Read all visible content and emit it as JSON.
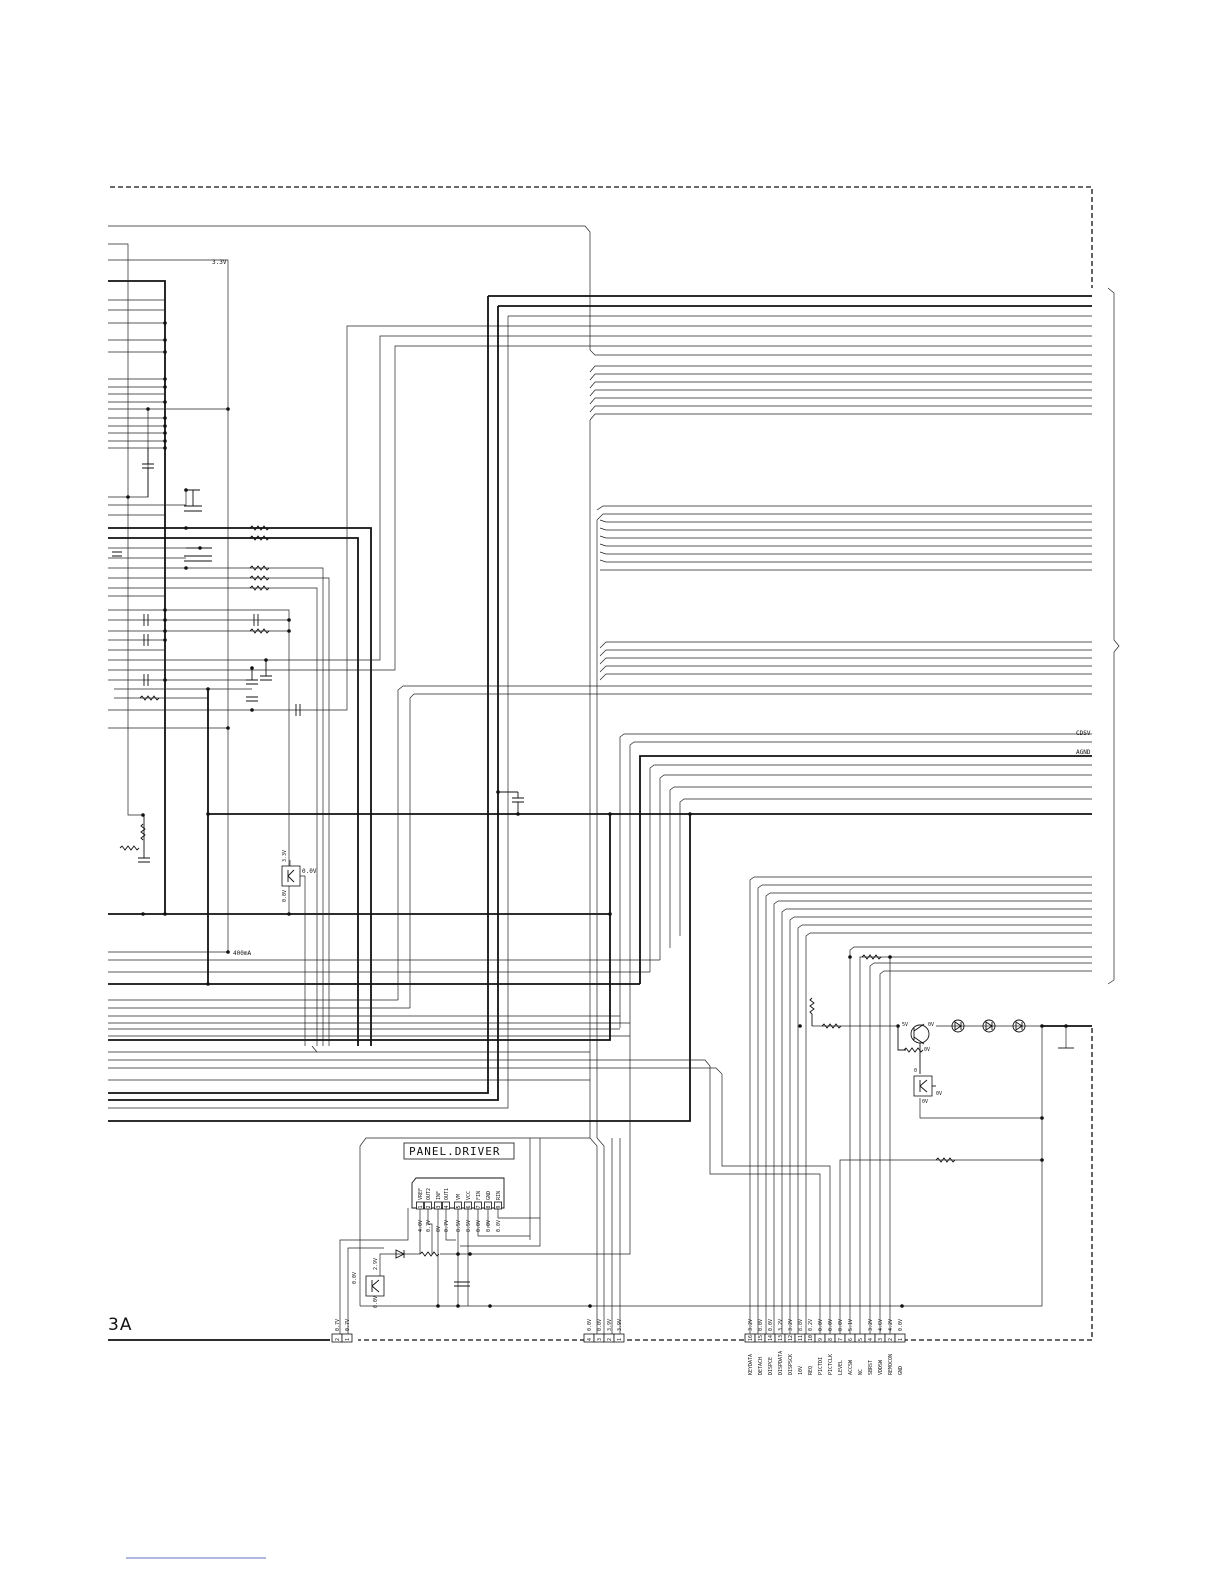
{
  "board_label": "3A",
  "panel_driver": {
    "title": "PANEL.DRIVER",
    "pins": [
      {
        "num": "1",
        "name": "VREF",
        "voltage": "4.0V"
      },
      {
        "num": "2",
        "name": "OUT2",
        "voltage": "0.7V"
      },
      {
        "num": "3",
        "name": "INF",
        "voltage": "0V"
      },
      {
        "num": "4",
        "name": "OUT1",
        "voltage": "0.7V"
      },
      {
        "num": "5",
        "name": "VM",
        "voltage": "8.5V"
      },
      {
        "num": "6",
        "name": "VCC",
        "voltage": "8.5V"
      },
      {
        "num": "7",
        "name": "FIN",
        "voltage": "0.0V"
      },
      {
        "num": "8",
        "name": "GND",
        "voltage": "0.0V"
      },
      {
        "num": "9",
        "name": "RIN",
        "voltage": "0.0V"
      }
    ]
  },
  "net_labels": {
    "v33_top": "3.3V",
    "cdsv": "CDSV",
    "agnd": "AGND",
    "current_400ma": "400mA",
    "reg_in": "3.3V",
    "reg_out": "0.0V",
    "reg_gnd": "0.0V",
    "q_base": "5V",
    "q_emit": "0V",
    "q_col": "0V",
    "q2_a": "0",
    "q2_b": "0V",
    "q2_c": "0V",
    "tr_left_a": "0.0V",
    "tr_left_b": "2.9V",
    "tr_left_c": "0.0V"
  },
  "connector_left": {
    "pins": [
      {
        "num": "2",
        "voltage": "0.7V"
      },
      {
        "num": "1",
        "voltage": "0.7V"
      }
    ]
  },
  "connector_mid": {
    "pins": [
      {
        "num": "4",
        "voltage": "0.0V"
      },
      {
        "num": "3",
        "voltage": "0.0V"
      },
      {
        "num": "2",
        "voltage": "3.9V"
      },
      {
        "num": "1",
        "voltage": "3.9V"
      }
    ]
  },
  "connector_right": {
    "pins": [
      {
        "num": "16",
        "voltage": "3.2V",
        "signal": "KEYDATA"
      },
      {
        "num": "15",
        "voltage": "0.0V",
        "signal": "DETACH"
      },
      {
        "num": "14",
        "voltage": "0.0V",
        "signal": "DISPCE"
      },
      {
        "num": "13",
        "voltage": "3.2V",
        "signal": "DISPDATA"
      },
      {
        "num": "12",
        "voltage": "3.2V",
        "signal": "DISPSCK"
      },
      {
        "num": "11",
        "voltage": "8.8V",
        "signal": "10V"
      },
      {
        "num": "10",
        "voltage": "0.2V",
        "signal": "REQ"
      },
      {
        "num": "9",
        "voltage": "0.0V",
        "signal": "PICTDI"
      },
      {
        "num": "8",
        "voltage": "0.0V",
        "signal": "PICTCLK"
      },
      {
        "num": "7",
        "voltage": "0.0V",
        "signal": "LEVEL"
      },
      {
        "num": "6",
        "voltage": "5.1V",
        "signal": "ACCSW"
      },
      {
        "num": "5",
        "voltage": "",
        "signal": "NC"
      },
      {
        "num": "4",
        "voltage": "3.2V",
        "signal": "SBRST"
      },
      {
        "num": "3",
        "voltage": "4.6V",
        "signal": "VDDSW"
      },
      {
        "num": "2",
        "voltage": "4.2V",
        "signal": "REMOCON"
      },
      {
        "num": "1",
        "voltage": "0.0V",
        "signal": "GND"
      }
    ]
  },
  "colors": {
    "ink": "#111111",
    "paper": "#ffffff",
    "link": "#3344aa"
  }
}
